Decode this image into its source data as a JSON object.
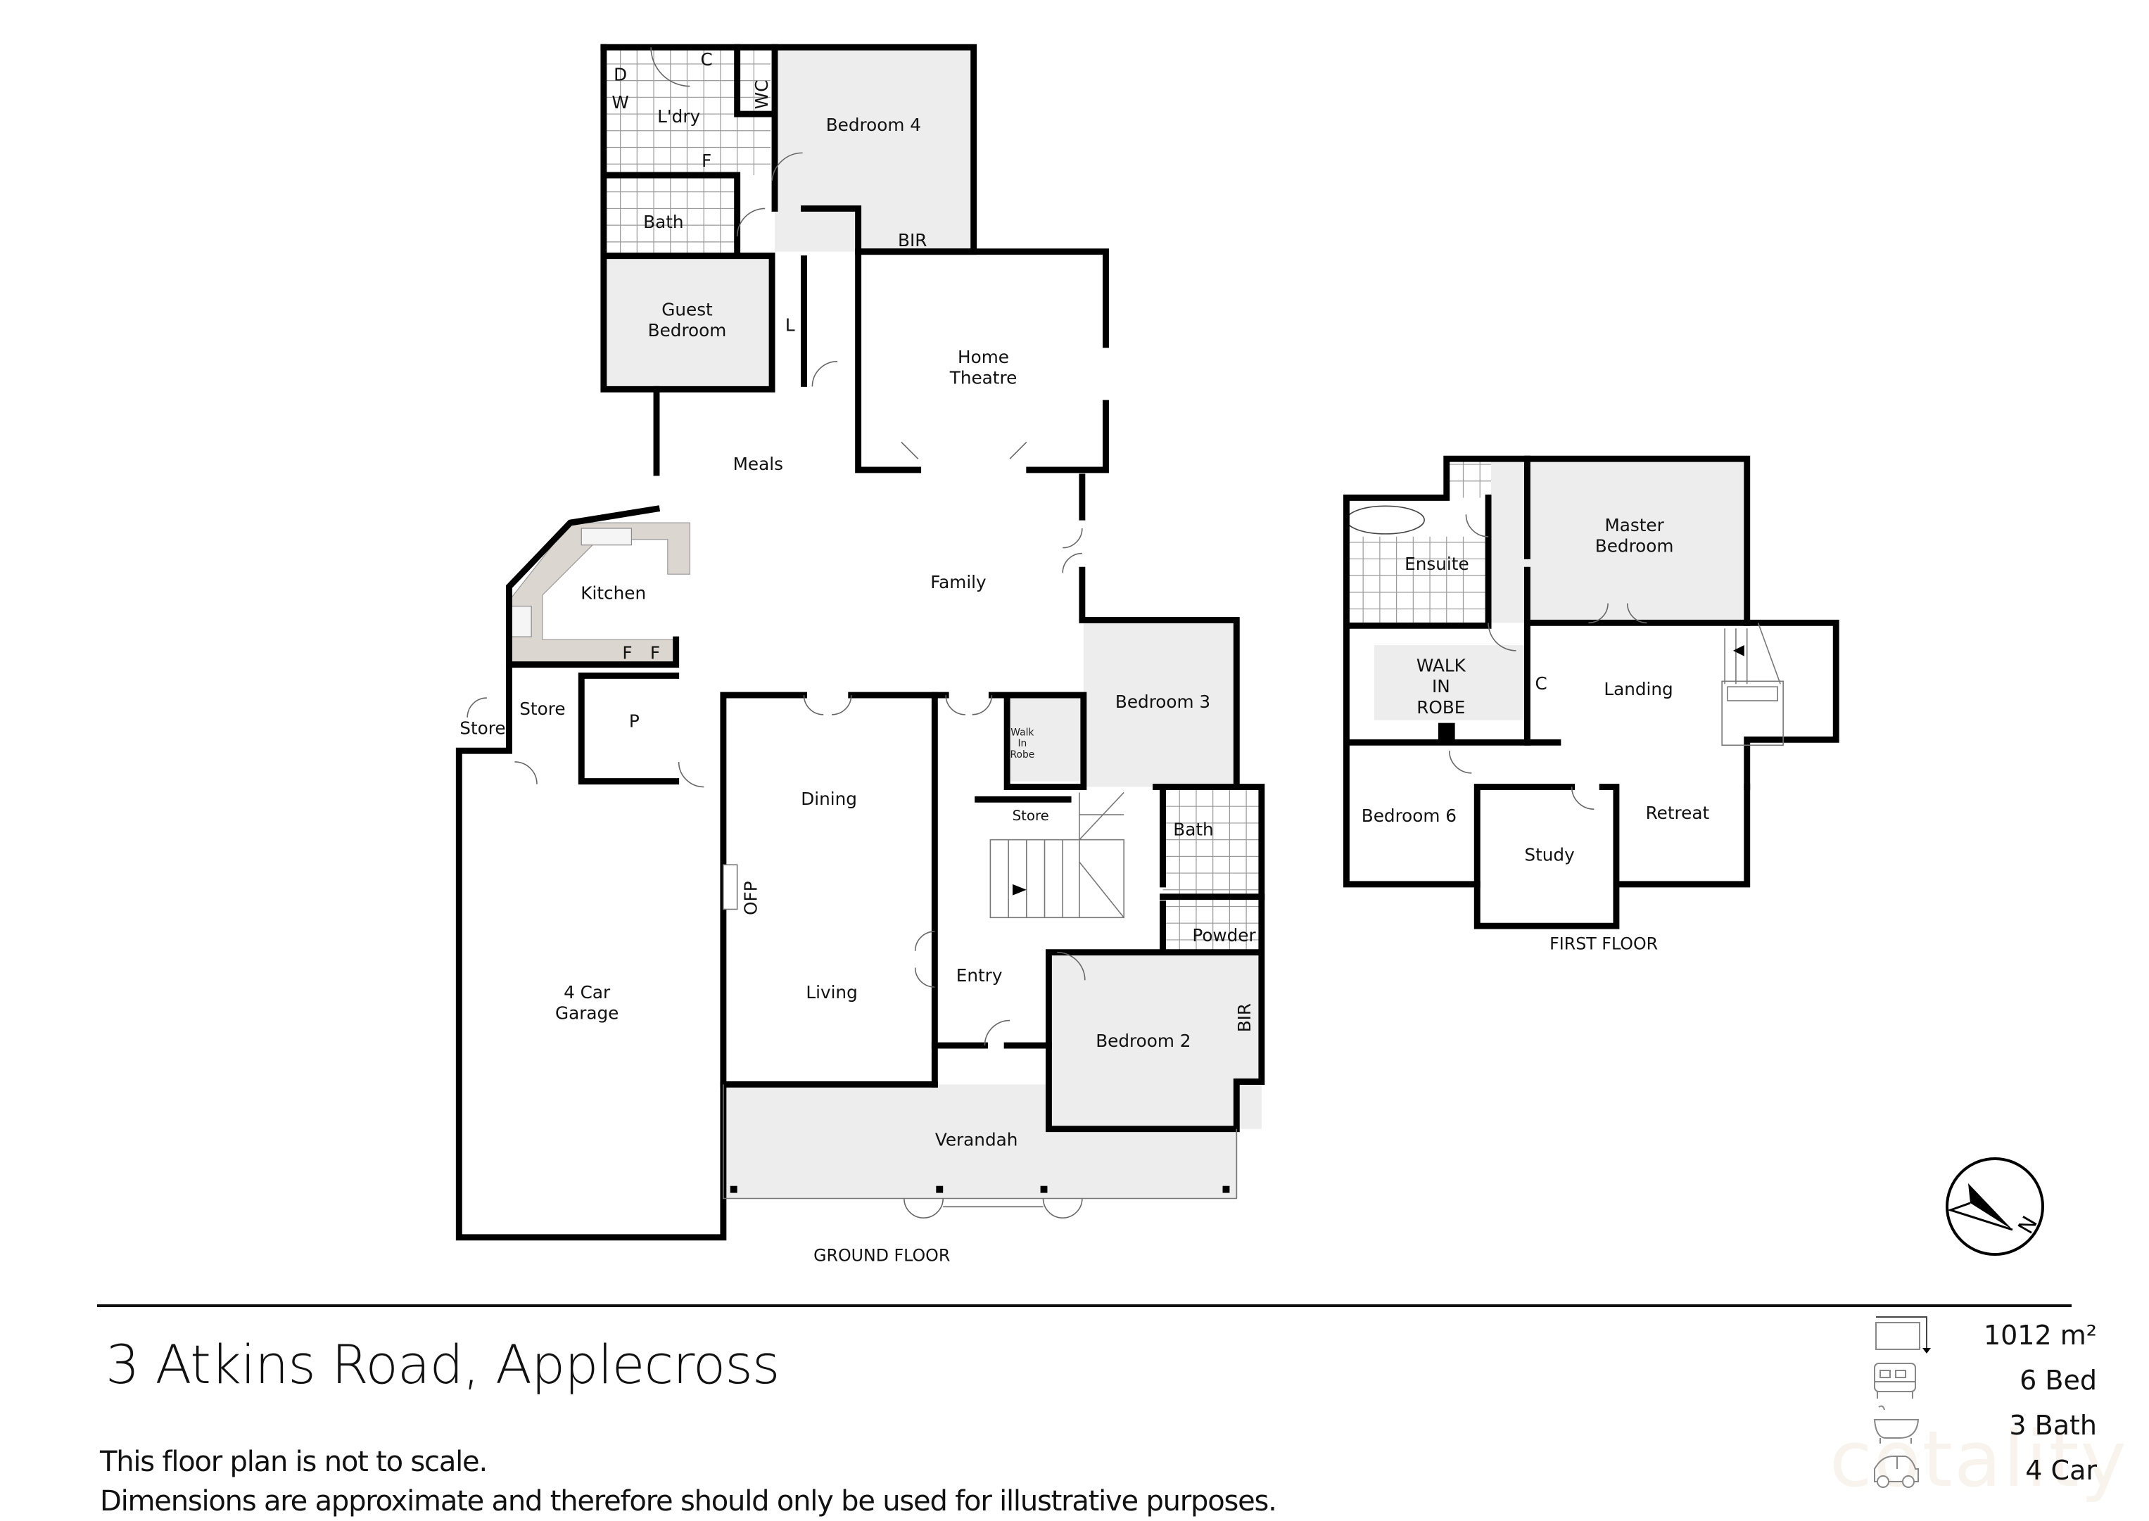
{
  "plan": {
    "address": "3 Atkins Road, Applecross",
    "disclaimer": [
      "This floor plan is not to scale.",
      "Dimensions are approximate and therefore should only be used for illustrative purposes."
    ],
    "ground_floor_label": "GROUND FLOOR",
    "first_floor_label": "FIRST FLOOR",
    "watermark": "cotality"
  },
  "stats": {
    "land_area": "1012 m²",
    "beds": "6 Bed",
    "baths": "3 Bath",
    "cars": "4 Car",
    "icons": [
      "land-area-icon",
      "bed-icon",
      "bath-icon",
      "car-icon"
    ]
  },
  "compass": {
    "label": "N"
  },
  "ground_floor": {
    "rooms": {
      "laundry": "L'dry",
      "laundry_d": "D",
      "laundry_w": "W",
      "laundry_c": "C",
      "laundry_f": "F",
      "wc": "WC",
      "bedroom4": "Bedroom 4",
      "bir_bed4": "BIR",
      "bath_north": "Bath",
      "guest_bedroom_1": "Guest",
      "guest_bedroom_2": "Bedroom",
      "linen": "L",
      "home_theatre_1": "Home",
      "home_theatre_2": "Theatre",
      "meals": "Meals",
      "kitchen": "Kitchen",
      "fridge1": "F",
      "fridge2": "F",
      "family": "Family",
      "store_small": "Store",
      "store": "Store",
      "pantry": "P",
      "garage_1": "4 Car",
      "garage_2": "Garage",
      "dining": "Dining",
      "ofp": "OFP",
      "living": "Living",
      "wir_1": "Walk",
      "wir_2": "In",
      "wir_3": "Robe",
      "bedroom3": "Bedroom 3",
      "store_stair": "Store",
      "bath_south": "Bath",
      "powder": "Powder",
      "entry": "Entry",
      "bedroom2": "Bedroom 2",
      "bir_bed2": "BIR",
      "verandah": "Verandah"
    }
  },
  "first_floor": {
    "rooms": {
      "ensuite": "Ensuite",
      "master_1": "Master",
      "master_2": "Bedroom",
      "wir_1": "WALK",
      "wir_2": "IN",
      "wir_3": "ROBE",
      "cupboard": "C",
      "landing": "Landing",
      "bedroom6": "Bedroom 6",
      "study": "Study",
      "retreat": "Retreat"
    }
  }
}
